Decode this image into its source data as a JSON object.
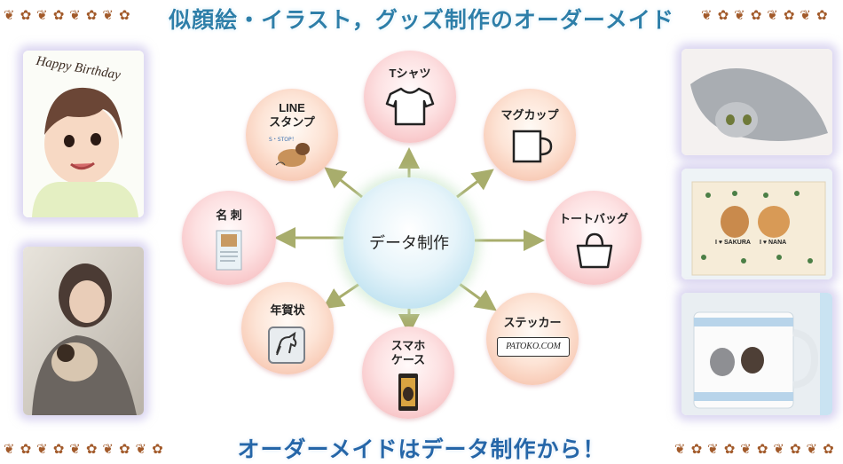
{
  "header": {
    "title": "似顔絵・イラスト，グッズ制作のオーダーメイド"
  },
  "footer": {
    "tagline": "オーダーメイドはデータ制作から！"
  },
  "center": {
    "label": "データ制作"
  },
  "items": {
    "tshirt": "Tシャツ",
    "mug": "マグカップ",
    "tote": "トートバッグ",
    "sticker": "ステッカー",
    "phone_case_line1": "スマホ",
    "phone_case_line2": "ケース",
    "new_year_card": "年賀状",
    "business_card": "名 刺",
    "line_stamp_line1": "LINE",
    "line_stamp_line2": "スタンプ"
  },
  "illustrations": {
    "birthday_caption": "Happy Birthday",
    "sticker_text": "PATOKO.COM",
    "stamp_text": "S・STOP！",
    "bag_name_1": "I ♥ SAKURA",
    "bag_name_2": "I ♥ NANA"
  },
  "colors": {
    "title": "#2e7fa9",
    "arrow": "#a8ad6c",
    "circle_pink": "#f4b1b4",
    "circle_orange": "#f4b79d",
    "center": "#a9d8eb"
  }
}
